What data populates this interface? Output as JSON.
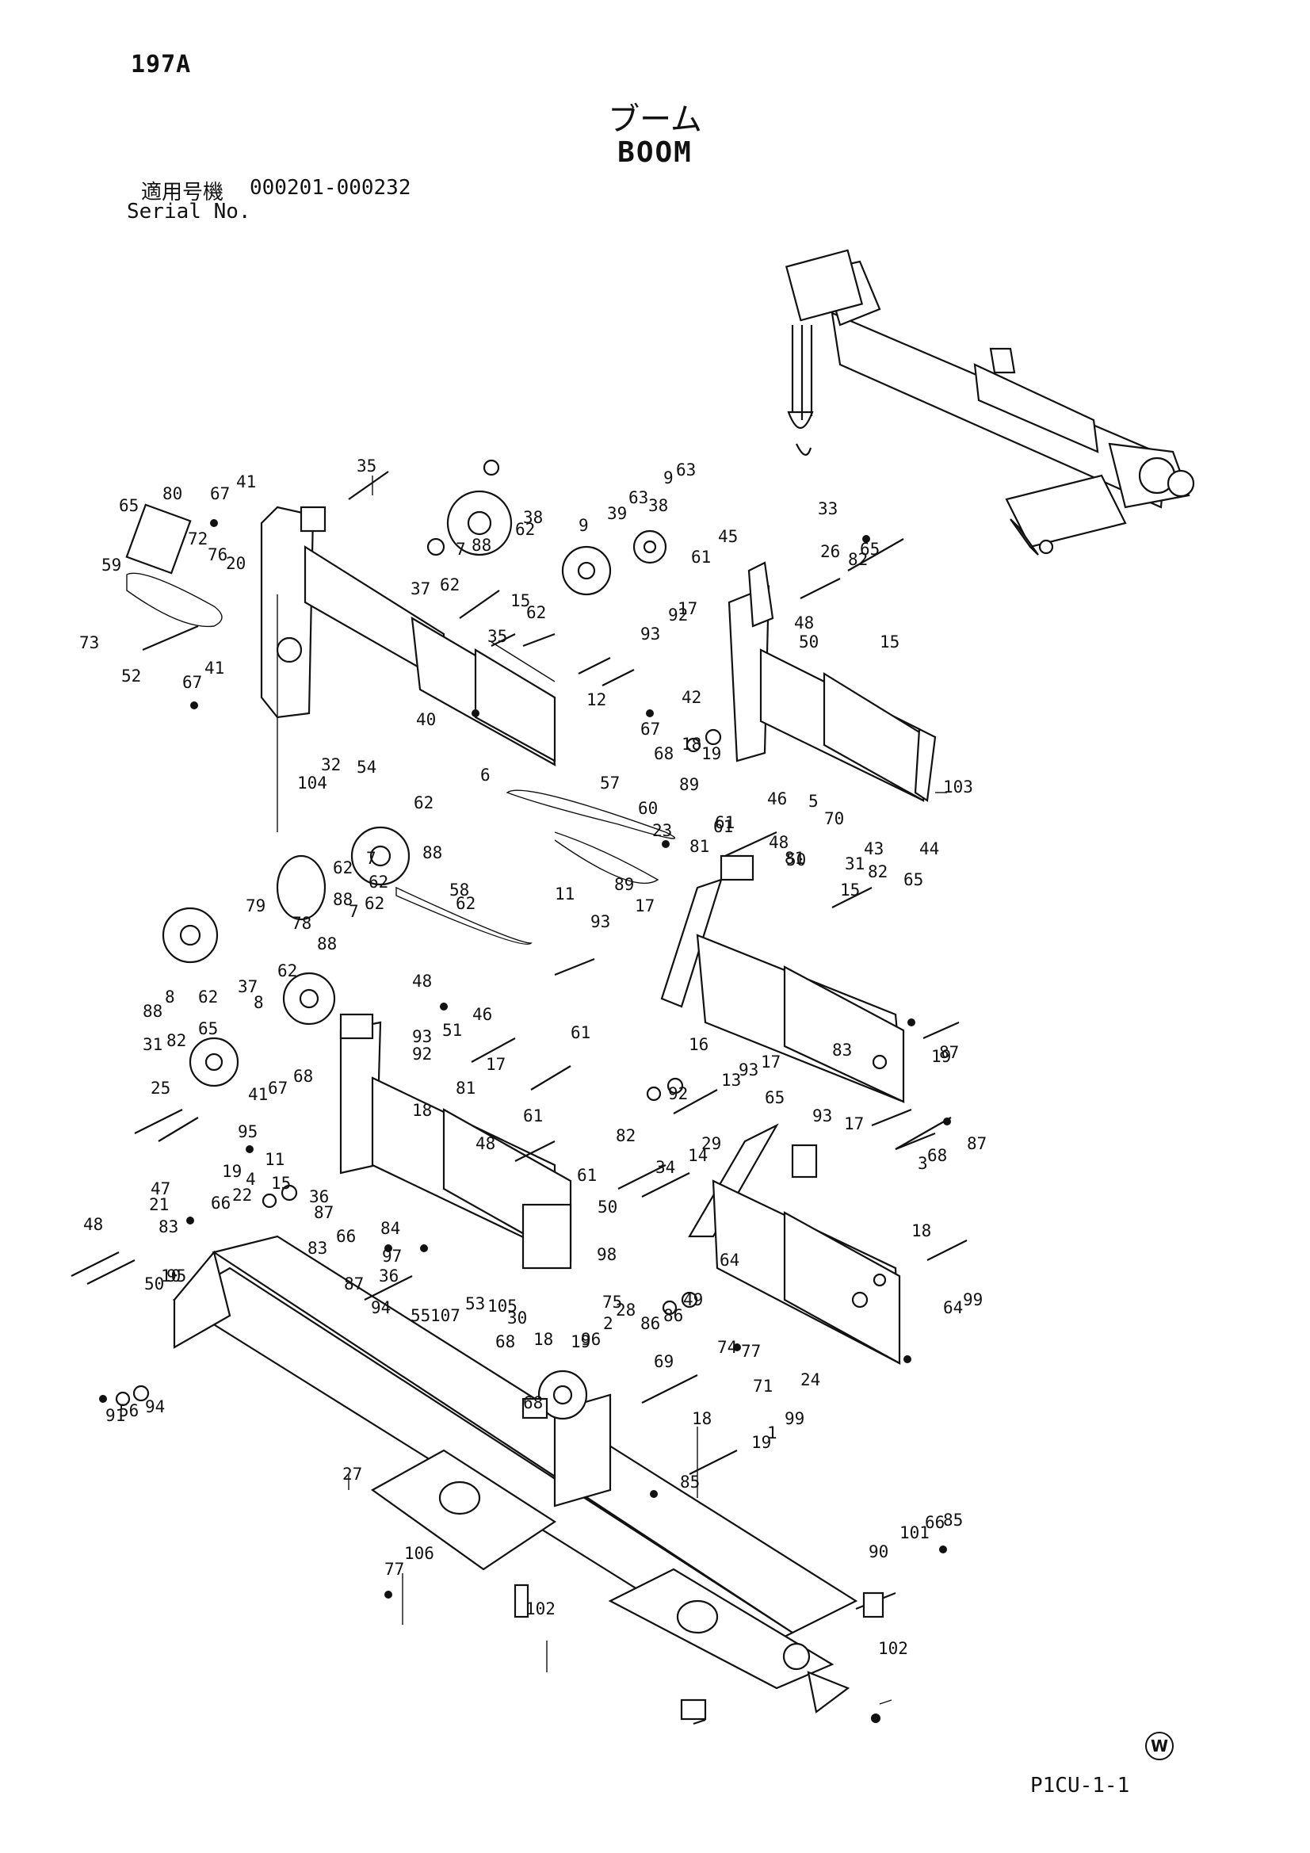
{
  "header": {
    "page_number": "197A",
    "title_jp": "ブーム",
    "title_en": "BOOM",
    "serial_label_jp": "適用号機",
    "serial_range": "000201-000232",
    "serial_label_en": "Serial No."
  },
  "footer": {
    "drawing_code": "P1CU-1-1",
    "circle_mark": "W"
  },
  "callouts": [
    "65",
    "80",
    "67",
    "41",
    "35",
    "62",
    "88",
    "7",
    "37",
    "62",
    "72",
    "76",
    "20",
    "59",
    "73",
    "52",
    "41",
    "67",
    "40",
    "32",
    "54",
    "104",
    "6",
    "9",
    "39",
    "63",
    "38",
    "9",
    "63",
    "38",
    "62",
    "35",
    "15",
    "61",
    "45",
    "33",
    "82",
    "65",
    "26",
    "48",
    "50",
    "93",
    "92",
    "17",
    "12",
    "42",
    "67",
    "68",
    "18",
    "19",
    "15",
    "5",
    "103",
    "70",
    "43",
    "44",
    "57",
    "60",
    "23",
    "89",
    "81",
    "61",
    "46",
    "61",
    "48",
    "50",
    "89",
    "31",
    "82",
    "65",
    "81",
    "11",
    "93",
    "17",
    "15",
    "62",
    "88",
    "7",
    "62",
    "79",
    "78",
    "62",
    "88",
    "7",
    "62",
    "58",
    "62",
    "88",
    "8",
    "62",
    "37",
    "8",
    "62",
    "88",
    "31",
    "82",
    "65",
    "25",
    "48",
    "51",
    "46",
    "61",
    "93",
    "92",
    "17",
    "81",
    "41",
    "67",
    "68",
    "18",
    "95",
    "19",
    "11",
    "15",
    "4",
    "36",
    "87",
    "47",
    "61",
    "48",
    "61",
    "50",
    "13",
    "93",
    "92",
    "17",
    "65",
    "82",
    "34",
    "14",
    "29",
    "87",
    "3",
    "68",
    "18",
    "19",
    "87",
    "16",
    "93",
    "83",
    "17",
    "48",
    "50",
    "95",
    "10",
    "21",
    "83",
    "66",
    "22",
    "83",
    "66",
    "84",
    "87",
    "36",
    "97",
    "98",
    "75",
    "53",
    "105",
    "30",
    "68",
    "18",
    "19",
    "2",
    "28",
    "86",
    "86",
    "49",
    "64",
    "64",
    "99",
    "24",
    "94",
    "55",
    "107",
    "96",
    "69",
    "74",
    "77",
    "71",
    "68",
    "18",
    "19",
    "1",
    "99",
    "91",
    "56",
    "94",
    "27",
    "85",
    "77",
    "106",
    "102",
    "90",
    "101",
    "66",
    "85",
    "102"
  ]
}
